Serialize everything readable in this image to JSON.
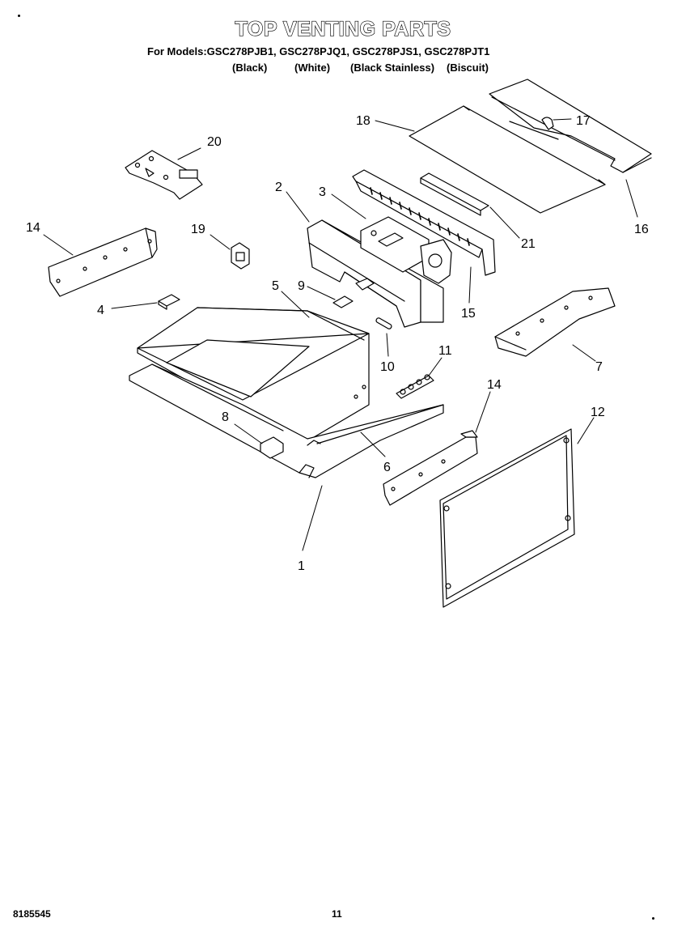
{
  "header": {
    "title": "TOP VENTING PARTS",
    "models_line": "For Models:GSC278PJB1, GSC278PJQ1, GSC278PJS1, GSC278PJT1",
    "finishes": [
      "(Black)",
      "(White)",
      "(Black Stainless)",
      "(Biscuit)"
    ]
  },
  "callouts": [
    "1",
    "2",
    "3",
    "4",
    "5",
    "6",
    "7",
    "8",
    "9",
    "10",
    "11",
    "12",
    "14",
    "14",
    "15",
    "16",
    "17",
    "18",
    "19",
    "20",
    "21"
  ],
  "footer": {
    "part_number": "8185545",
    "page_number": "11"
  }
}
